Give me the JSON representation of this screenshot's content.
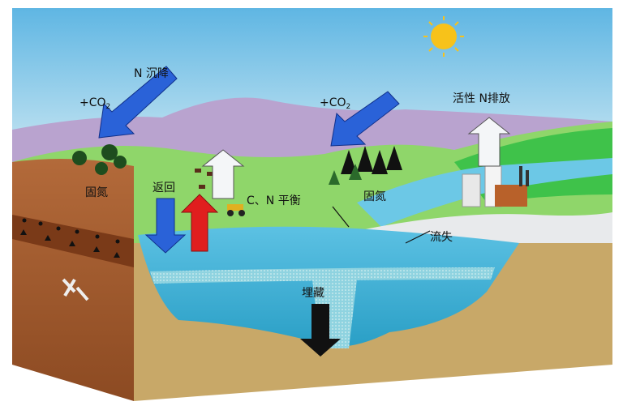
{
  "labels": {
    "n_deposition": "N 沉降",
    "co2_left": "+CO",
    "co2_right": "+CO",
    "co2_subscript": "2",
    "reactive_n_emission": "活性 N排放",
    "fixation_left": "固氮",
    "return": "返回",
    "cn_balance": "C、N 平衡",
    "fixation_right": "固氮",
    "loss": "流失",
    "burial": "埋藏"
  },
  "colors": {
    "sky": "#7ec3e4",
    "mountain": "#b9a3cf",
    "grass": "#8fd66a",
    "soil": "#a0522d",
    "water": "#4bb6d8",
    "sand": "#c8a868",
    "deposition_arrow": "#2a62d8",
    "return_arrow": "#d81e1e",
    "burial_arrow": "#111111"
  }
}
